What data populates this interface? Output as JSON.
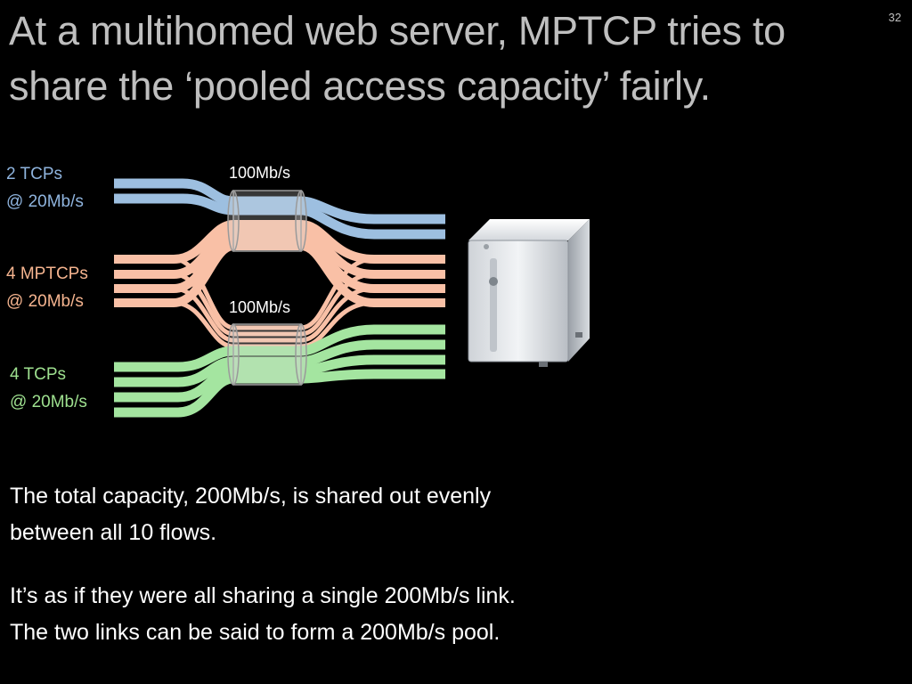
{
  "slide": {
    "title": "At a multihomed web server, MPTCP tries to share the ‘pooled access capacity’ fairly.",
    "number": "32"
  },
  "diagram": {
    "groups": {
      "blue": {
        "line1": "2 TCPs",
        "line2": "@ 20Mb/s",
        "color": "#9dbfe0"
      },
      "orange": {
        "line1": "4 MPTCPs",
        "line2": "@ 20Mb/s",
        "color": "#f9c0a6"
      },
      "green": {
        "line1": "4 TCPs",
        "line2": "@ 20Mb/s",
        "color": "#a4e5a0"
      }
    },
    "links": {
      "top": "100Mb/s",
      "bottom": "100Mb/s"
    },
    "server_icon": "server-tower-icon"
  },
  "body": {
    "paragraph1": "The total capacity, 200Mb/s, is shared out evenly between all 10 flows.",
    "paragraph2": "It’s as if they were all sharing a single 200Mb/s link. The two links can be said to form a 200Mb/s pool."
  }
}
